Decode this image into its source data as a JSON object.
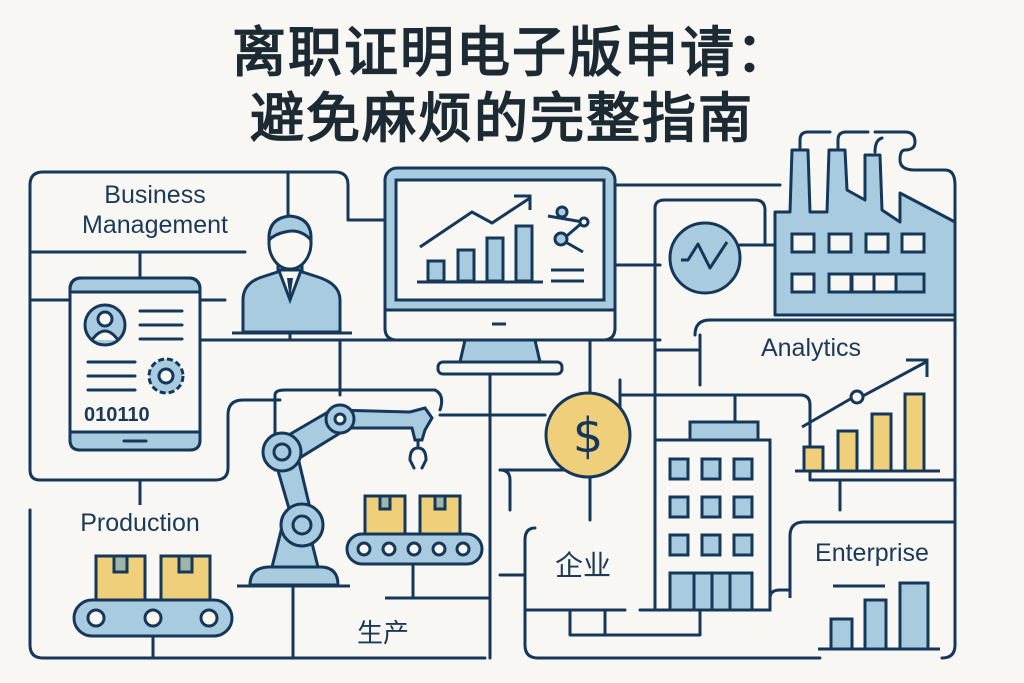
{
  "title": {
    "line1": "离职证明电子版申请：",
    "line2": "避免麻烦的完整指南"
  },
  "labels": {
    "business_management_line1": "Business",
    "business_management_line2": "Management",
    "binary_code": "010110",
    "production": "Production",
    "production_cn": "生产",
    "enterprise_cn": "企业",
    "analytics": "Analytics",
    "enterprise": "Enterprise",
    "currency_symbol": "$"
  },
  "colors": {
    "background": "#f8f7f3",
    "line": "#15385a",
    "light_blue": "#a9cbe0",
    "yellow": "#efcf7a",
    "title": "#1c2a33"
  }
}
